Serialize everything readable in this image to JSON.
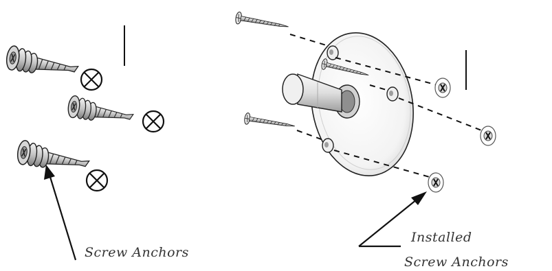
{
  "labels": {
    "screw_anchors": "Screw Anchors",
    "installed_line1": "Installed",
    "installed_line2": "Screw Anchors"
  },
  "colors": {
    "ink": "#111111",
    "metal_light": "#e6e6e6",
    "metal_mid": "#bdbdbd",
    "metal_dark": "#8a8a8a",
    "label_text": "#333333"
  },
  "icons": [
    "wall-anchor-icon",
    "screw-icon",
    "hole-marker-icon",
    "installed-anchor-icon",
    "mounting-plate-icon",
    "hook-knob-icon"
  ]
}
